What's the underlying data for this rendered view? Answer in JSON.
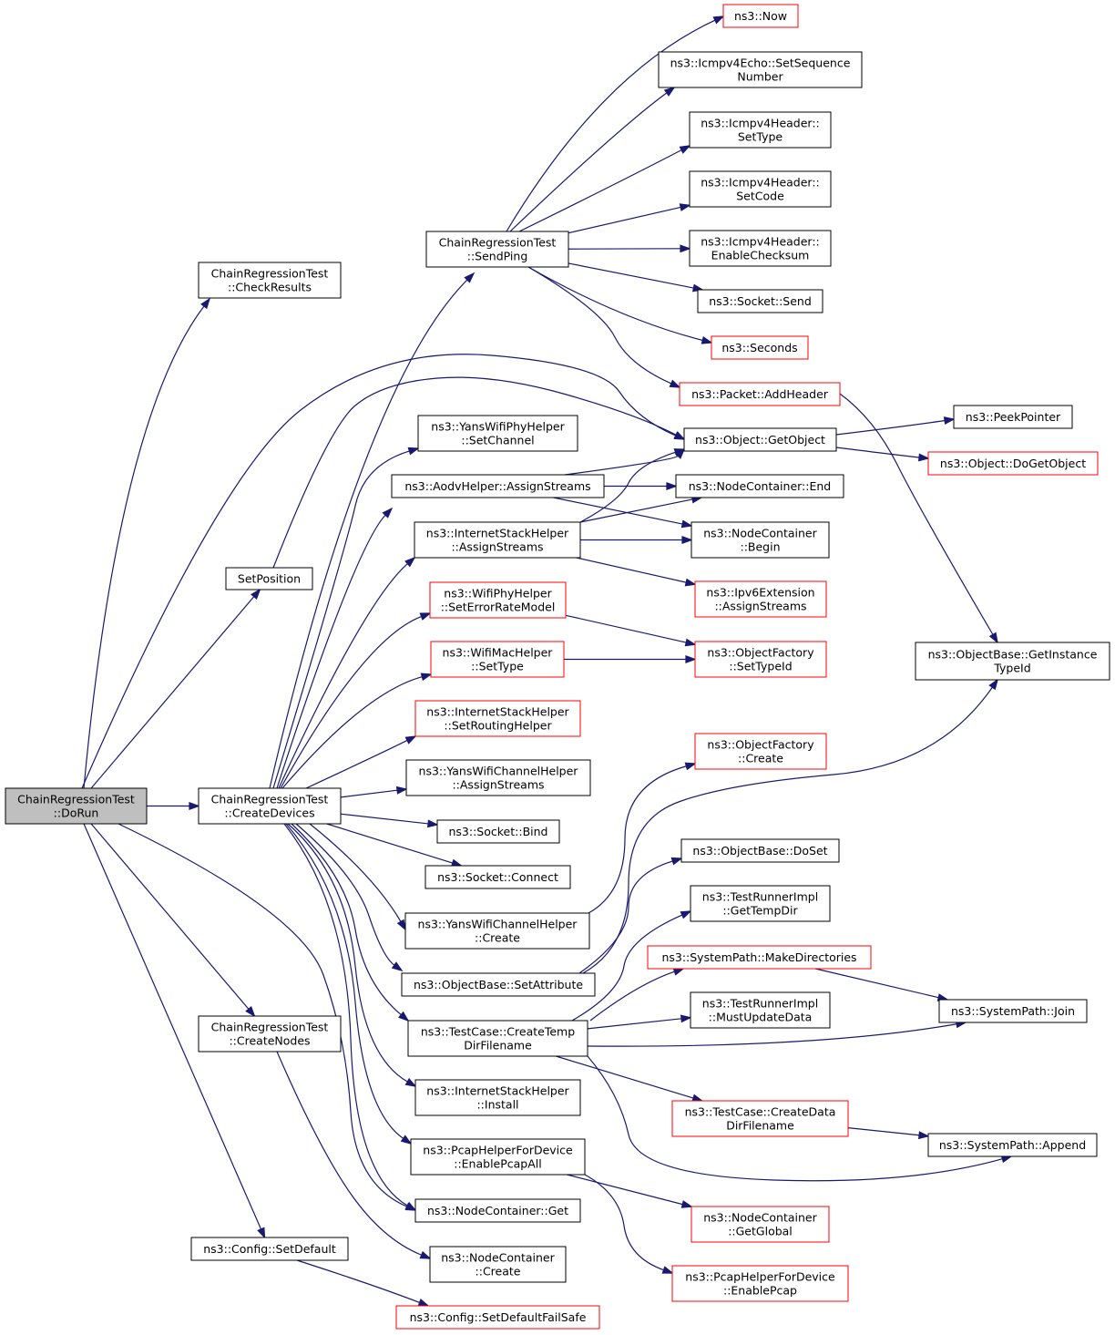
{
  "colors": {
    "edge": "#191970",
    "node_border": "#000000",
    "node_border_undocumented": "#ff0000",
    "node_fill": "#ffffff",
    "root_fill": "#bfbfbf",
    "text": "#000000"
  },
  "nodes": [
    {
      "id": "dorun",
      "lines": [
        "ChainRegressionTest",
        "::DoRun"
      ],
      "style": "root"
    },
    {
      "id": "checkresults",
      "lines": [
        "ChainRegressionTest",
        "::CheckResults"
      ],
      "style": "normal"
    },
    {
      "id": "setposition",
      "lines": [
        "SetPosition"
      ],
      "style": "normal"
    },
    {
      "id": "createdevices",
      "lines": [
        "ChainRegressionTest",
        "::CreateDevices"
      ],
      "style": "normal"
    },
    {
      "id": "createnodes",
      "lines": [
        "ChainRegressionTest",
        "::CreateNodes"
      ],
      "style": "normal"
    },
    {
      "id": "cfg_setdefault",
      "lines": [
        "ns3::Config::SetDefault"
      ],
      "style": "normal"
    },
    {
      "id": "sendping",
      "lines": [
        "ChainRegressionTest",
        "::SendPing"
      ],
      "style": "normal"
    },
    {
      "id": "yans_setchannel",
      "lines": [
        "ns3::YansWifiPhyHelper",
        "::SetChannel"
      ],
      "style": "normal"
    },
    {
      "id": "aodv_assign",
      "lines": [
        "ns3::AodvHelper::AssignStreams"
      ],
      "style": "normal"
    },
    {
      "id": "ish_assign",
      "lines": [
        "ns3::InternetStackHelper",
        "::AssignStreams"
      ],
      "style": "normal"
    },
    {
      "id": "wifiphy_errmodel",
      "lines": [
        "ns3::WifiPhyHelper",
        "::SetErrorRateModel"
      ],
      "style": "red"
    },
    {
      "id": "wifimac_settype",
      "lines": [
        "ns3::WifiMacHelper",
        "::SetType"
      ],
      "style": "red"
    },
    {
      "id": "ish_routing",
      "lines": [
        "ns3::InternetStackHelper",
        "::SetRoutingHelper"
      ],
      "style": "red"
    },
    {
      "id": "ywch_assign",
      "lines": [
        "ns3::YansWifiChannelHelper",
        "::AssignStreams"
      ],
      "style": "normal"
    },
    {
      "id": "socket_bind",
      "lines": [
        "ns3::Socket::Bind"
      ],
      "style": "normal"
    },
    {
      "id": "socket_connect",
      "lines": [
        "ns3::Socket::Connect"
      ],
      "style": "normal"
    },
    {
      "id": "ywch_create",
      "lines": [
        "ns3::YansWifiChannelHelper",
        "::Create"
      ],
      "style": "normal"
    },
    {
      "id": "ob_setattr",
      "lines": [
        "ns3::ObjectBase::SetAttribute"
      ],
      "style": "normal"
    },
    {
      "id": "tc_tempdir",
      "lines": [
        "ns3::TestCase::CreateTemp",
        "DirFilename"
      ],
      "style": "normal"
    },
    {
      "id": "ish_install",
      "lines": [
        "ns3::InternetStackHelper",
        "::Install"
      ],
      "style": "normal"
    },
    {
      "id": "pcap_all",
      "lines": [
        "ns3::PcapHelperForDevice",
        "::EnablePcapAll"
      ],
      "style": "normal"
    },
    {
      "id": "nc_get",
      "lines": [
        "ns3::NodeContainer::Get"
      ],
      "style": "normal"
    },
    {
      "id": "nc_create",
      "lines": [
        "ns3::NodeContainer",
        "::Create"
      ],
      "style": "normal"
    },
    {
      "id": "cfg_failsafe",
      "lines": [
        "ns3::Config::SetDefaultFailSafe"
      ],
      "style": "red"
    },
    {
      "id": "now",
      "lines": [
        "ns3::Now"
      ],
      "style": "red"
    },
    {
      "id": "icmp_seq",
      "lines": [
        "ns3::Icmpv4Echo::SetSequence",
        "Number"
      ],
      "style": "normal"
    },
    {
      "id": "icmp_settype",
      "lines": [
        "ns3::Icmpv4Header::",
        "SetType"
      ],
      "style": "normal"
    },
    {
      "id": "icmp_setcode",
      "lines": [
        "ns3::Icmpv4Header::",
        "SetCode"
      ],
      "style": "normal"
    },
    {
      "id": "icmp_checksum",
      "lines": [
        "ns3::Icmpv4Header::",
        "EnableChecksum"
      ],
      "style": "normal"
    },
    {
      "id": "socket_send",
      "lines": [
        "ns3::Socket::Send"
      ],
      "style": "normal"
    },
    {
      "id": "seconds",
      "lines": [
        "ns3::Seconds"
      ],
      "style": "red"
    },
    {
      "id": "addheader",
      "lines": [
        "ns3::Packet::AddHeader"
      ],
      "style": "red"
    },
    {
      "id": "getobject",
      "lines": [
        "ns3::Object::GetObject"
      ],
      "style": "normal"
    },
    {
      "id": "nc_end",
      "lines": [
        "ns3::NodeContainer::End"
      ],
      "style": "normal"
    },
    {
      "id": "nc_begin",
      "lines": [
        "ns3::NodeContainer",
        "::Begin"
      ],
      "style": "normal"
    },
    {
      "id": "ipv6ext",
      "lines": [
        "ns3::Ipv6Extension",
        "::AssignStreams"
      ],
      "style": "red"
    },
    {
      "id": "of_settypeid",
      "lines": [
        "ns3::ObjectFactory",
        "::SetTypeId"
      ],
      "style": "red"
    },
    {
      "id": "of_create",
      "lines": [
        "ns3::ObjectFactory",
        "::Create"
      ],
      "style": "red"
    },
    {
      "id": "ob_doset",
      "lines": [
        "ns3::ObjectBase::DoSet"
      ],
      "style": "normal"
    },
    {
      "id": "tri_gettemp",
      "lines": [
        "ns3::TestRunnerImpl",
        "::GetTempDir"
      ],
      "style": "normal"
    },
    {
      "id": "sp_makedirs",
      "lines": [
        "ns3::SystemPath::MakeDirectories"
      ],
      "style": "red"
    },
    {
      "id": "tri_mustupdate",
      "lines": [
        "ns3::TestRunnerImpl",
        "::MustUpdateData"
      ],
      "style": "normal"
    },
    {
      "id": "tc_datadir",
      "lines": [
        "ns3::TestCase::CreateData",
        "DirFilename"
      ],
      "style": "red"
    },
    {
      "id": "nc_global",
      "lines": [
        "ns3::NodeContainer",
        "::GetGlobal"
      ],
      "style": "red"
    },
    {
      "id": "pcap_enable",
      "lines": [
        "ns3::PcapHelperForDevice",
        "::EnablePcap"
      ],
      "style": "red"
    },
    {
      "id": "peekpointer",
      "lines": [
        "ns3::PeekPointer"
      ],
      "style": "normal"
    },
    {
      "id": "dogetobject",
      "lines": [
        "ns3::Object::DoGetObject"
      ],
      "style": "red"
    },
    {
      "id": "ob_gettypeid",
      "lines": [
        "ns3::ObjectBase::GetInstance",
        "TypeId"
      ],
      "style": "normal"
    },
    {
      "id": "sp_join",
      "lines": [
        "ns3::SystemPath::Join"
      ],
      "style": "normal"
    },
    {
      "id": "sp_append",
      "lines": [
        "ns3::SystemPath::Append"
      ],
      "style": "normal"
    }
  ],
  "edges": [
    [
      "dorun",
      "checkresults"
    ],
    [
      "dorun",
      "setposition"
    ],
    [
      "dorun",
      "createdevices"
    ],
    [
      "dorun",
      "createnodes"
    ],
    [
      "dorun",
      "cfg_setdefault"
    ],
    [
      "dorun",
      "getobject"
    ],
    [
      "dorun",
      "nc_get"
    ],
    [
      "setposition",
      "getobject"
    ],
    [
      "createdevices",
      "sendping"
    ],
    [
      "createdevices",
      "yans_setchannel"
    ],
    [
      "createdevices",
      "aodv_assign"
    ],
    [
      "createdevices",
      "ish_assign"
    ],
    [
      "createdevices",
      "wifiphy_errmodel"
    ],
    [
      "createdevices",
      "wifimac_settype"
    ],
    [
      "createdevices",
      "ish_routing"
    ],
    [
      "createdevices",
      "ywch_assign"
    ],
    [
      "createdevices",
      "socket_bind"
    ],
    [
      "createdevices",
      "socket_connect"
    ],
    [
      "createdevices",
      "ywch_create"
    ],
    [
      "createdevices",
      "ob_setattr"
    ],
    [
      "createdevices",
      "tc_tempdir"
    ],
    [
      "createdevices",
      "ish_install"
    ],
    [
      "createdevices",
      "pcap_all"
    ],
    [
      "createdevices",
      "nc_get"
    ],
    [
      "createnodes",
      "nc_create"
    ],
    [
      "cfg_setdefault",
      "cfg_failsafe"
    ],
    [
      "sendping",
      "now"
    ],
    [
      "sendping",
      "icmp_seq"
    ],
    [
      "sendping",
      "icmp_settype"
    ],
    [
      "sendping",
      "icmp_setcode"
    ],
    [
      "sendping",
      "icmp_checksum"
    ],
    [
      "sendping",
      "socket_send"
    ],
    [
      "sendping",
      "seconds"
    ],
    [
      "sendping",
      "addheader"
    ],
    [
      "addheader",
      "ob_gettypeid"
    ],
    [
      "aodv_assign",
      "getobject"
    ],
    [
      "aodv_assign",
      "nc_end"
    ],
    [
      "aodv_assign",
      "nc_begin"
    ],
    [
      "ish_assign",
      "getobject"
    ],
    [
      "ish_assign",
      "nc_end"
    ],
    [
      "ish_assign",
      "nc_begin"
    ],
    [
      "ish_assign",
      "ipv6ext"
    ],
    [
      "wifiphy_errmodel",
      "of_settypeid"
    ],
    [
      "wifimac_settype",
      "of_settypeid"
    ],
    [
      "ywch_create",
      "of_create"
    ],
    [
      "ob_setattr",
      "ob_gettypeid"
    ],
    [
      "ob_setattr",
      "ob_doset"
    ],
    [
      "tc_tempdir",
      "tri_gettemp"
    ],
    [
      "tc_tempdir",
      "sp_makedirs"
    ],
    [
      "tc_tempdir",
      "tri_mustupdate"
    ],
    [
      "tc_tempdir",
      "sp_join"
    ],
    [
      "tc_tempdir",
      "tc_datadir"
    ],
    [
      "tc_tempdir",
      "sp_append"
    ],
    [
      "sp_makedirs",
      "sp_join"
    ],
    [
      "tc_datadir",
      "sp_append"
    ],
    [
      "pcap_all",
      "nc_global"
    ],
    [
      "pcap_all",
      "pcap_enable"
    ],
    [
      "getobject",
      "peekpointer"
    ],
    [
      "getobject",
      "dogetobject"
    ]
  ]
}
